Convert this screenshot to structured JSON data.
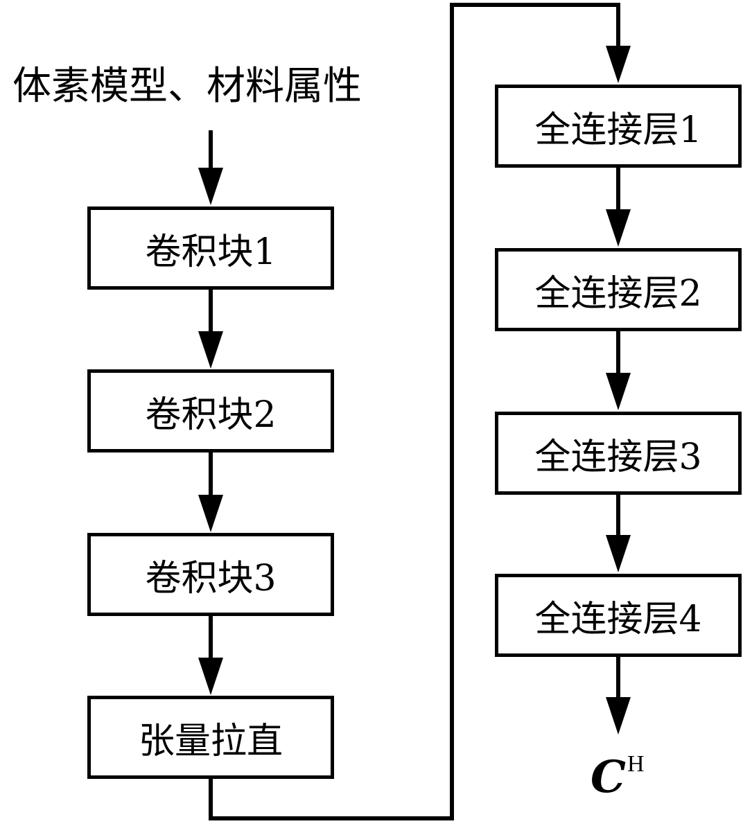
{
  "input": {
    "label": "体素模型、材料属性"
  },
  "conv_blocks": [
    {
      "label": "卷积块1"
    },
    {
      "label": "卷积块2"
    },
    {
      "label": "卷积块3"
    }
  ],
  "flatten": {
    "label": "张量拉直"
  },
  "fc_layers": [
    {
      "label": "全连接层1"
    },
    {
      "label": "全连接层2"
    },
    {
      "label": "全连接层3"
    },
    {
      "label": "全连接层4"
    }
  ],
  "output": {
    "symbol": "C",
    "superscript": "H"
  },
  "colors": {
    "stroke": "#000000",
    "background": "#ffffff"
  }
}
